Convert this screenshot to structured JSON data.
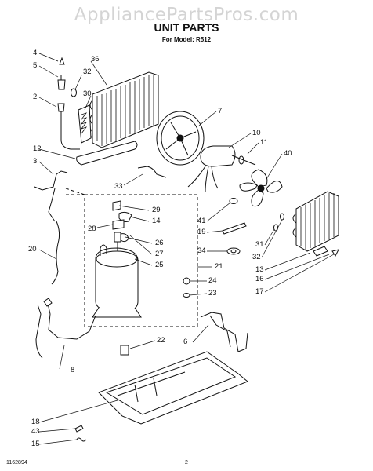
{
  "header": {
    "watermark": "AppliancePartsPros.com",
    "title": "UNIT PARTS",
    "subtitle": "For Model: R512"
  },
  "callouts": {
    "c1": "4",
    "c2": "5",
    "c3": "36",
    "c4": "32",
    "c5": "2",
    "c6": "30",
    "c7": "7",
    "c8": "10",
    "c9": "11",
    "c10": "40",
    "c11": "12",
    "c12": "3",
    "c13": "33",
    "c14": "29",
    "c15": "14",
    "c16": "28",
    "c17": "26",
    "c18": "27",
    "c19": "25",
    "c20": "21",
    "c21": "41",
    "c22": "19",
    "c23": "34",
    "c24": "31",
    "c25": "32",
    "c26": "13",
    "c27": "16",
    "c28": "17",
    "c29": "24",
    "c30": "23",
    "c31": "20",
    "c32": "22",
    "c33": "6",
    "c34": "8",
    "c35": "18",
    "c36": "43",
    "c37": "15"
  },
  "footer": {
    "doc_number": "1162894",
    "page": "2"
  }
}
